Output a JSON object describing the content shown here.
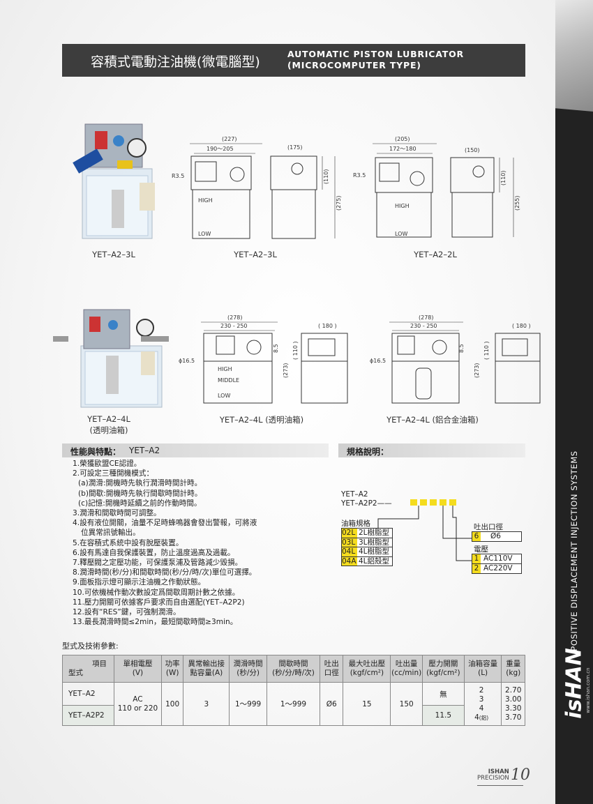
{
  "header": {
    "title_cn": "容積式電動注油機(微電腦型)",
    "title_en_line1": "AUTOMATIC  PISTON  LUBRICATOR",
    "title_en_line2": "(MICROCOMPUTER  TYPE)"
  },
  "side_strip": {
    "tagline": "POSITIVE  DISPLACEMENT  INJECTION  SYSTEMS",
    "logo": "isHAN",
    "url": "www.ishan.com.cn"
  },
  "row1": {
    "photo_caption": "YET–A2–3L",
    "drawing_a_caption": "YET–A2–3L",
    "drawing_b_caption": "YET–A2–2L",
    "dims_a": {
      "w_total": "(227)",
      "w_range": "190～205",
      "side_w": "(175)",
      "r": "R3.5",
      "h1": "(110)",
      "h2": "(275)",
      "high": "HIGH",
      "low": "LOW"
    },
    "dims_b": {
      "w_total": "(205)",
      "w_range": "172～180",
      "side_w": "(150)",
      "r": "R3.5",
      "h1": "(110)",
      "h2": "(255)",
      "high": "HIGH",
      "low": "LOW"
    }
  },
  "row2": {
    "photo_caption_1": "YET–A2–4L",
    "photo_caption_2": "(透明油箱)",
    "drawing_a_caption": "YET–A2–4L (透明油箱)",
    "drawing_b_caption": "YET–A2–4L (鋁合金油箱)",
    "dims_a": {
      "w_total": "(278)",
      "w_range": "230 - 250",
      "side_w": "( 180 )",
      "phi": "ϕ16.5",
      "h0": "8.5",
      "h1": "( 110 )",
      "h2": "(273)",
      "high": "HIGH",
      "middle": "MIDDLE",
      "low": "LOW"
    },
    "dims_b": {
      "w_total": "(278)",
      "w_range": "230 - 250",
      "side_w": "( 180 )",
      "phi": "ϕ16.5",
      "h0": "8.5",
      "h1": "( 110 )",
      "h2": "(273)"
    }
  },
  "features": {
    "heading": "性能與特點：",
    "model": "YET–A2",
    "items": [
      "1.榮獲歐盟CE認證。",
      "2.可設定三種開機模式：",
      "  (a)潤滑:開機時先執行潤滑時間計時。",
      "  (b)間歇:開機時先執行間歇時間計時。",
      "  (c)記憶:開機時延續之前的作動時間。",
      "3.潤滑和間歇時間可調整。",
      "4.設有液位開關，油量不足時蜂鳴器會發出警報，可將液",
      "   位異常訊號輸出。",
      "5.在容積式系統中設有脫壓裝置。",
      "6.設有馬達自我保護裝置，防止溫度過高及過載。",
      "7.釋壓閥之定壓功能，可保護泵浦及管路減少毀損。",
      "8.潤滑時間(秒/分)和間歇時間(秒/分/時/次)單位可選擇。",
      "9.面板指示燈可顯示注油機之作動狀態。",
      "10.可依機械作動次數設定爲間歇周期計數之依據。",
      "11.壓力開關可依據客戶要求而自由選配(YET–A2P2)",
      "12.設有“RES”鍵，可強制潤滑。",
      "13.最長潤滑時間≤2min，最短間歇時間≥3min。"
    ]
  },
  "spec_code": {
    "heading": "規格說明：",
    "model_1": "YET–A2",
    "model_2": "YET–A2P2——",
    "tank_label": "油箱規格",
    "tank_options": [
      {
        "code": "02L",
        "desc": "2L樹脂型"
      },
      {
        "code": "03L",
        "desc": "3L樹脂型"
      },
      {
        "code": "04L",
        "desc": "4L樹脂型"
      },
      {
        "code": "04A",
        "desc": "4L鋁殼型"
      }
    ],
    "outlet_label": "吐出口徑",
    "outlet_options": [
      {
        "code": "6",
        "desc": "Ø6"
      }
    ],
    "voltage_label": "電壓",
    "voltage_options": [
      {
        "code": "1",
        "desc": "AC110V"
      },
      {
        "code": "2",
        "desc": "AC220V"
      }
    ]
  },
  "table": {
    "caption": "型式及技術參數:",
    "header_item": "項目",
    "header_model": "型式",
    "headers": [
      [
        "單相電壓",
        "(V)"
      ],
      [
        "功率",
        "(W)"
      ],
      [
        "異常輸出接",
        "點容量(A)"
      ],
      [
        "潤滑時間",
        "(秒/分)"
      ],
      [
        "間歇時間",
        "(秒/分/時/次)"
      ],
      [
        "吐出",
        "口徑"
      ],
      [
        "最大吐出壓",
        "(kgf/cm²)"
      ],
      [
        "吐出量",
        "(cc/min)"
      ],
      [
        "壓力開關",
        "(kgf/cm²)"
      ],
      [
        "油箱容量",
        "(L)"
      ],
      [
        "重量",
        "(kg)"
      ]
    ],
    "models": [
      "YET–A2",
      "YET–A2P2"
    ],
    "voltage": "AC\n110 or 220",
    "power": "100",
    "output": "3",
    "lube_time": "1～999",
    "interval": "1～999",
    "outlet": "Ø6",
    "max_pressure": "15",
    "discharge": "150",
    "pressure_switch": [
      "無",
      "11.5"
    ],
    "capacity": [
      "2",
      "3",
      "4",
      "4"
    ],
    "capacity_note": "(鋁)",
    "weight": [
      "2.70",
      "3.00",
      "3.30",
      "3.70"
    ]
  },
  "footer": {
    "brand": "ISHAN",
    "sub": "PRECISION",
    "page": "10"
  },
  "colors": {
    "title_bar": "#3d3d3d",
    "code_box": "#f4dc1e",
    "side_strip": "#222222"
  }
}
